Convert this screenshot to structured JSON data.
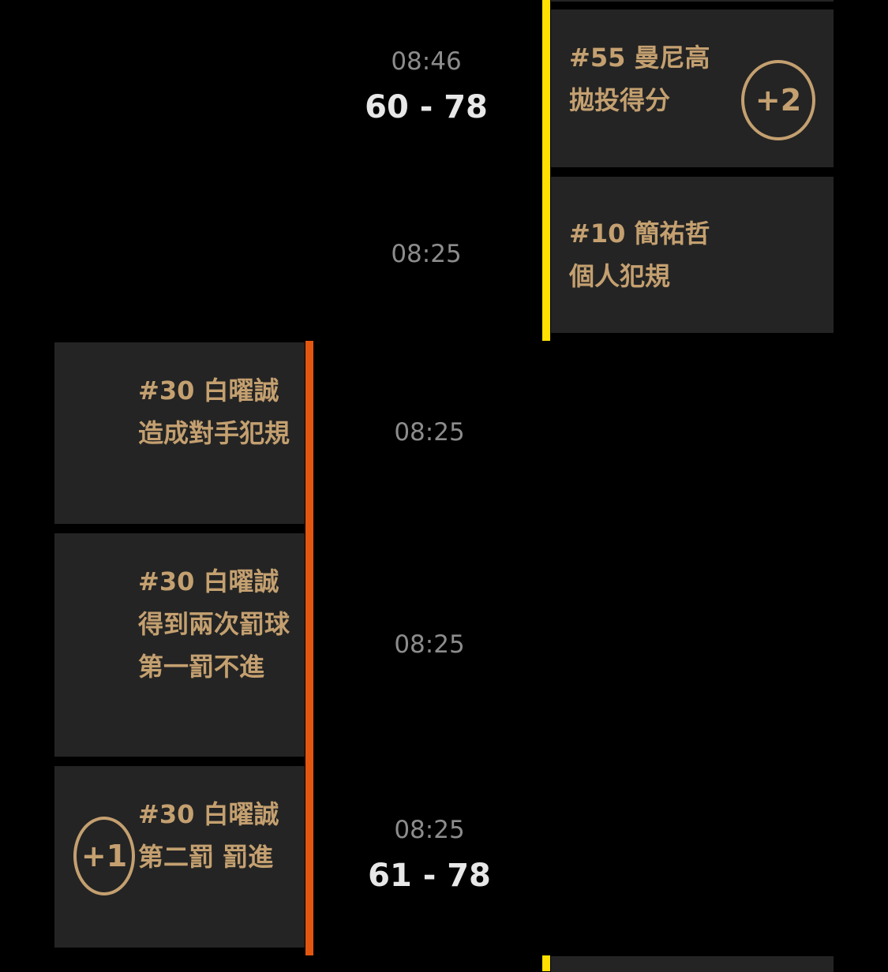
{
  "colors": {
    "home": "#ffe000",
    "away": "#e2560f",
    "text": "#c4a070",
    "card": "#242424"
  },
  "events": [
    {
      "time": "08:46",
      "score": "60 - 78",
      "player": "#55 曼尼高",
      "action": "拋投得分",
      "points": "+2"
    },
    {
      "time": "08:25",
      "player": "#10 簡祐哲",
      "action": "個人犯規"
    },
    {
      "time": "08:25",
      "player": "#30 白曜誠",
      "action": "造成對手犯規"
    },
    {
      "time": "08:25",
      "player": "#30 白曜誠",
      "action": "得到兩次罰球 第一罰不進"
    },
    {
      "time": "08:25",
      "score": "61 - 78",
      "player": "#30 白曜誠",
      "action": "第二罰 罰進",
      "points": "+1"
    }
  ]
}
